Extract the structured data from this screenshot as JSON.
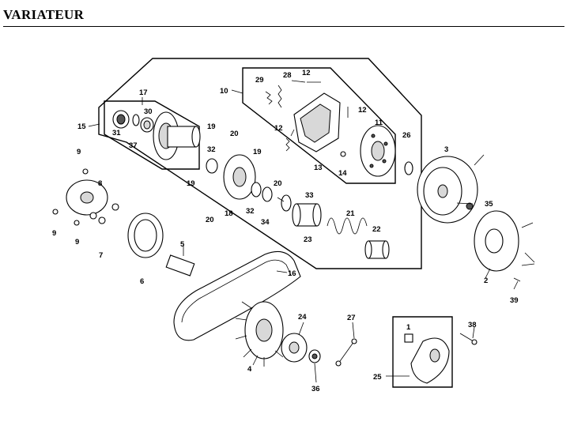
{
  "title": "VARIATEUR",
  "callouts": [
    "1",
    "2",
    "3",
    "4",
    "5",
    "6",
    "7",
    "8",
    "9",
    "9",
    "9",
    "10",
    "11",
    "12",
    "12",
    "12",
    "13",
    "14",
    "15",
    "16",
    "17",
    "19",
    "19",
    "19",
    "20",
    "20",
    "20",
    "21",
    "22",
    "23",
    "24",
    "25",
    "26",
    "27",
    "28",
    "29",
    "30",
    "31",
    "32",
    "32",
    "33",
    "34",
    "35",
    "36",
    "37",
    "38",
    "39",
    "18"
  ]
}
